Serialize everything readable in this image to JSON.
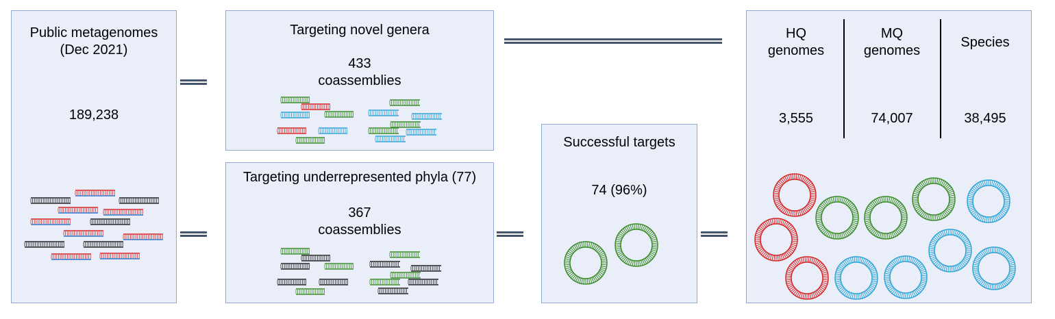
{
  "public": {
    "title_line1": "Public metagenomes",
    "title_line2": "(Dec 2021)",
    "count": "189,238"
  },
  "novel": {
    "title": "Targeting novel genera",
    "count": "433",
    "unit": "coassemblies"
  },
  "phyla": {
    "title": "Targeting underrepresented phyla (77)",
    "count": "367",
    "unit": "coassemblies"
  },
  "success": {
    "title": "Successful targets",
    "value": "74 (96%)"
  },
  "results": {
    "columns": [
      {
        "label_line1": "HQ",
        "label_line2": "genomes",
        "value": "3,555"
      },
      {
        "label_line1": "MQ",
        "label_line2": "genomes",
        "value": "74,007"
      },
      {
        "label_line1": "Species",
        "label_line2": "",
        "value": "38,495"
      }
    ]
  },
  "colors": {
    "box_fill": "#e9eef8",
    "box_border": "#8faad0",
    "connector": "#44546a",
    "red": "#d62728",
    "blue": "#2a6fc9",
    "green": "#3a8c2a",
    "cyan": "#2fa4d8",
    "black": "#222222"
  }
}
